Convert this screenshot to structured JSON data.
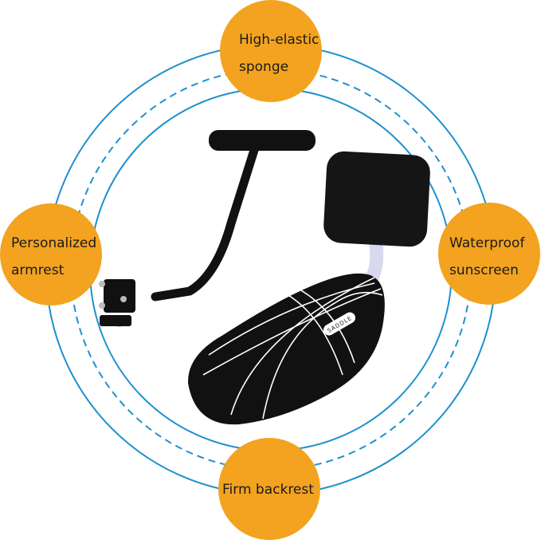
{
  "colors": {
    "ring": "#1E90CF",
    "badge": "#F3A31F",
    "product": "#111111"
  },
  "features": [
    {
      "id": "top",
      "lines": [
        "High-elastic",
        "sponge"
      ]
    },
    {
      "id": "left",
      "lines": [
        "Personalized",
        "armrest"
      ]
    },
    {
      "id": "right",
      "lines": [
        "Waterproof",
        "sunscreen"
      ]
    },
    {
      "id": "bottom",
      "lines": [
        "Firm backrest"
      ]
    }
  ],
  "product": {
    "seat_logo_text": "SADDLE"
  }
}
